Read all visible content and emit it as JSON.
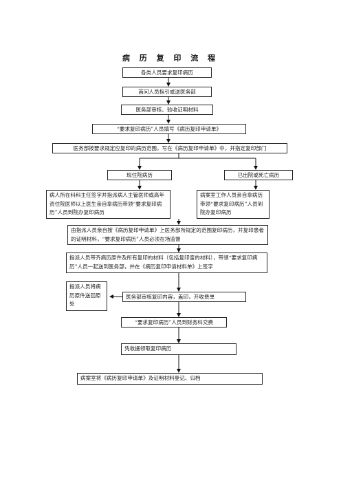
{
  "title": "病 历 复 印 流 程",
  "steps": {
    "s1": "各类人员要求复印病历",
    "s2": "首问人员指引或送医务部",
    "s3": "医务部审核、验收证明材料",
    "s4": "“要求复印病历”人员填写《病历复印申请单》",
    "s5": "医务部按要求规定应复印的病历范围，写在《病历复印申请单》中，并指定复印部门",
    "left_branch": "现住院病历",
    "right_branch": "已出院或死亡病历",
    "left_detail": "病人所在科科主任签字并指派病人主管医师或高年资住院医师以上医生亲自拿病历带领“要求复印病历”人员到院办复印病历",
    "right_detail": "病案室工作人员亲自拿病历带领“要求复印病历”人员到院办复印病历",
    "s6": "由指派人员亲自按《病历复印申请单》上医务部所规定的范围复印病历，并复印患者的证明材料，“要求复印病历”人员必须在场监督",
    "s7": "指派人员带齐病历原件及所有复印的材料（包括复印废的材料），带领“要求复印病历”人员一起送到医务部，并在《病历复印申请材料单》上签字",
    "side_note": "指派人员将病历原件送回原处",
    "s8": "医务部审核复印内容，盖印，开收费单",
    "s9": "“要求复印病历”人员到财务科交费",
    "s10": "凭收据领取复印病历",
    "s11": "病案室将《病历复印申请单》及证明材料登记、归档"
  }
}
